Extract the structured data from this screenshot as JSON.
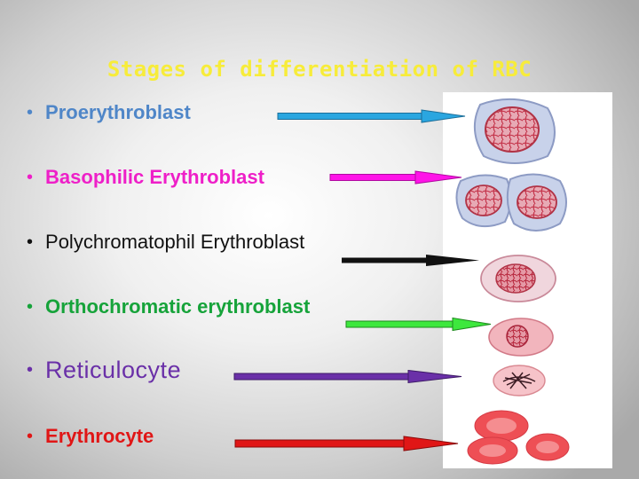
{
  "slide": {
    "title": "Stages of differentiation of RBC",
    "bullet_glyph": "•",
    "stages": [
      {
        "label": "Proerythroblast",
        "color": "#4f86c8",
        "arrow_color": "#2aa6e0"
      },
      {
        "label": "Basophilic Erythroblast",
        "color": "#ee1fc8",
        "arrow_color": "#ff14e8"
      },
      {
        "label": "Polychromatophil Erythroblast",
        "color": "#111111",
        "arrow_color": "#111111"
      },
      {
        "label": "Orthochromatic erythroblast",
        "color": "#16a33a",
        "arrow_color": "#3de83d"
      },
      {
        "label": "Reticulocyte",
        "color": "#6a30a8",
        "arrow_color": "#6a30a8"
      },
      {
        "label": "Erythrocyte",
        "color": "#e01616",
        "arrow_color": "#e01616"
      }
    ],
    "title_color": "#f7ec3a"
  }
}
